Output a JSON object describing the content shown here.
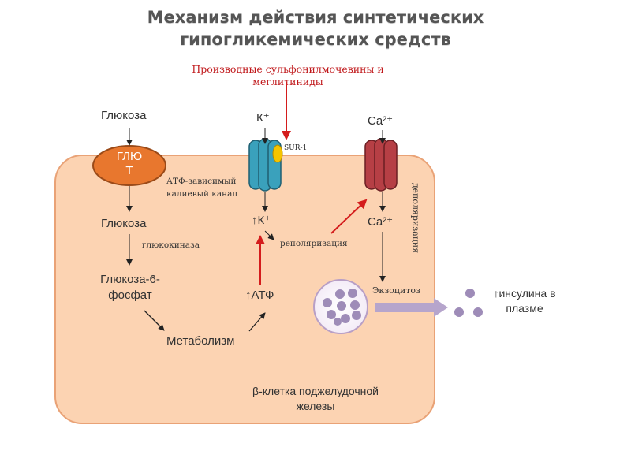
{
  "title_line1": "Механизм действия синтетических",
  "title_line2": "гипогликемических средств",
  "drug_line1": "Производные сульфонилмочевины и",
  "drug_line2": "меглитиниды",
  "glucose_top": "Глюкоза",
  "glut_line1": "ГЛЮ",
  "glut_line2": "Т",
  "k_plus_top": "К⁺",
  "sur1": "SUR-1",
  "ca_top": "Ca²⁺",
  "atp_channel_line1": "АТФ-зависимый",
  "atp_channel_line2": "калиевый канал",
  "glucose_inner": "Глюкоза",
  "k_up": "↑К⁺",
  "ca_inner": "Ca²⁺",
  "glucokinase": "глюкокиназа",
  "repolarization": "реполяризация",
  "depolarization": "деполяризация",
  "g6p_line1": "Глюкоза-6-",
  "g6p_line2": "фосфат",
  "atp_up": "↑АТФ",
  "exocytosis": "Экзоцитоз",
  "insulin_line1": "↑инсулина в",
  "insulin_line2": "плазме",
  "metabolism": "Метаболизм",
  "cell_line1": "β-клетка поджелудочной",
  "cell_line2": "железы",
  "colors": {
    "cell_fill": "#fcd3b2",
    "cell_border": "#e9a276",
    "glut": "#e8772e",
    "k_channel": "#3aa1bc",
    "sur1": "#f5c400",
    "ca_channel": "#b63f45",
    "drug_arrow": "#d41c1c",
    "granule": "#9e8cb8",
    "insulin_arrow": "#b6a5cc"
  }
}
